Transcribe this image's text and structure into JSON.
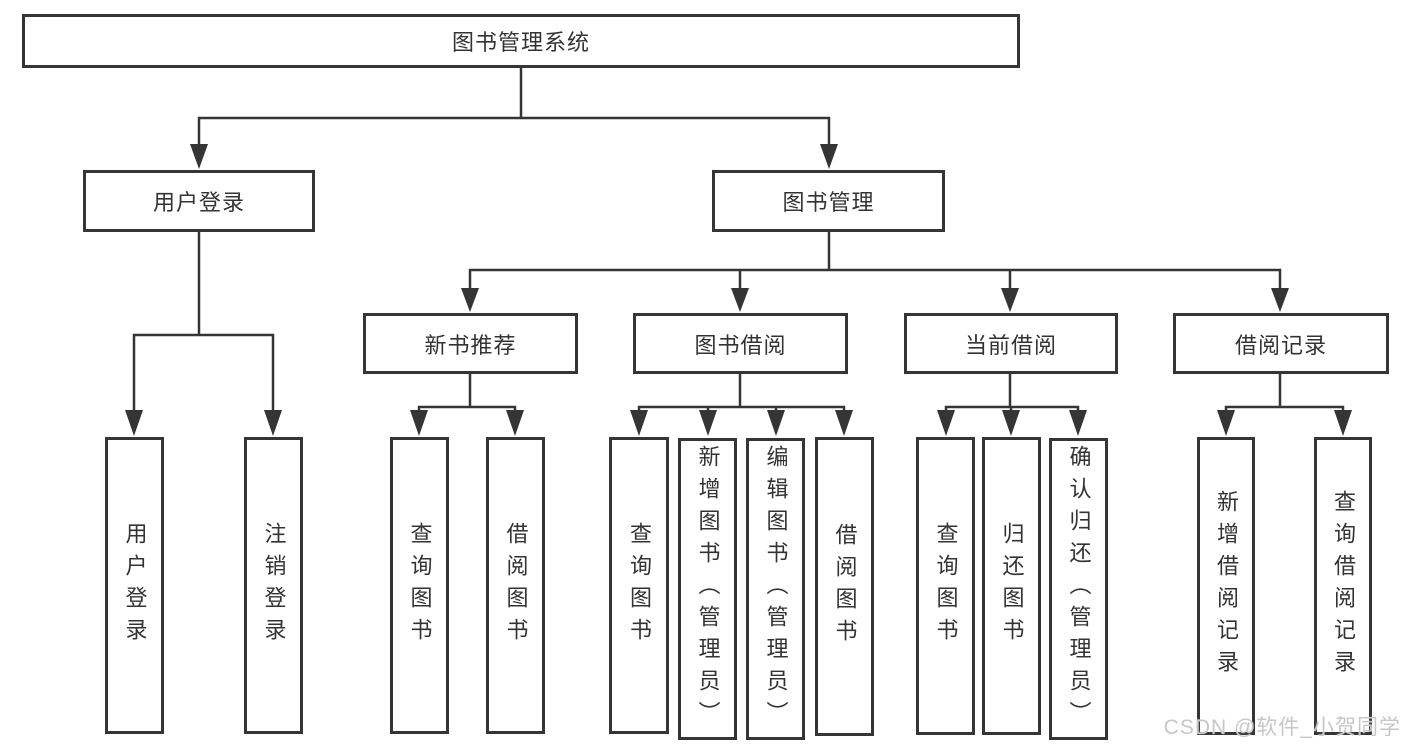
{
  "tree": {
    "label": "图书管理系统",
    "children": [
      {
        "label": "用户登录",
        "children": [
          {
            "label": "用户登录"
          },
          {
            "label": "注销登录"
          }
        ]
      },
      {
        "label": "图书管理",
        "children": [
          {
            "label": "新书推荐",
            "children": [
              {
                "label": "查询图书"
              },
              {
                "label": "借阅图书"
              }
            ]
          },
          {
            "label": "图书借阅",
            "children": [
              {
                "label": "查询图书"
              },
              {
                "label": "新增图书（管理员）"
              },
              {
                "label": "编辑图书（管理员）"
              },
              {
                "label": "借阅图书"
              }
            ]
          },
          {
            "label": "当前借阅",
            "children": [
              {
                "label": "查询图书"
              },
              {
                "label": "归还图书"
              },
              {
                "label": "确认归还（管理员）"
              }
            ]
          },
          {
            "label": "借阅记录",
            "children": [
              {
                "label": "新增借阅记录"
              },
              {
                "label": "查询借阅记录"
              }
            ]
          }
        ]
      }
    ]
  },
  "watermark": {
    "text": "CSDN @软件_小贺同学"
  },
  "colors": {
    "line": "#353535",
    "box_border": "#353535",
    "box_background": "#ffffff",
    "text": "#333333",
    "watermark": "#c7c7c7",
    "page_background": "#ffffff"
  }
}
